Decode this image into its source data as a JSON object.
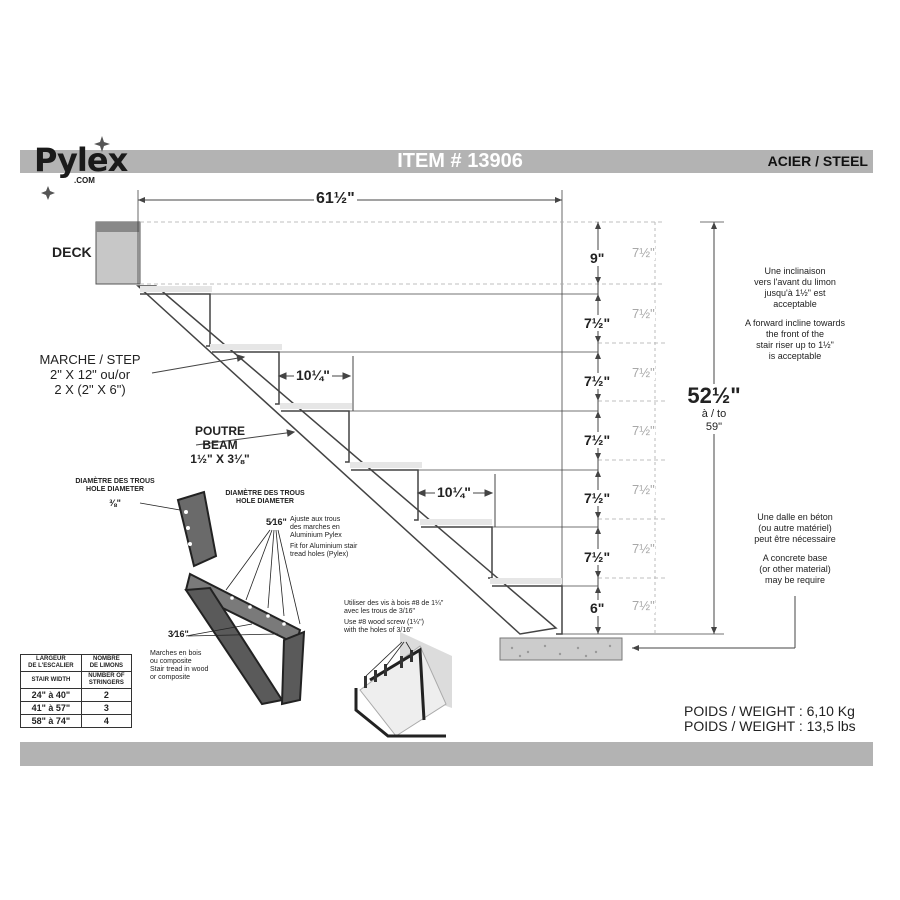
{
  "brand": {
    "name": "Pylex",
    "domain": ".COM"
  },
  "header": {
    "item": "ITEM # 13906",
    "material": "ACIER / STEEL"
  },
  "labels": {
    "deck": "DECK",
    "step_lines": [
      "MARCHE / STEP",
      "2\" X 12\" ou/or",
      "2 X (2\" X 6\")"
    ],
    "beam_lines": [
      "POUTRE",
      "BEAM",
      "1½\" X 3⅛\""
    ]
  },
  "dimensions": {
    "total_length": "61½\"",
    "tread_depth_1": "10¼\"",
    "tread_depth_2": "10¼\"",
    "top_rise": "9\"",
    "rises": [
      "7½\"",
      "7½\"",
      "7½\"",
      "7½\"",
      "7½\""
    ],
    "bottom_rise": "6\"",
    "ghost_rises": [
      "7½\"",
      "7½\"",
      "7½\"",
      "7½\"",
      "7½\"",
      "7½\"",
      "7½\""
    ],
    "total_height": "52½\"",
    "total_height_sub1": "à / to",
    "total_height_sub2": "59\""
  },
  "notes": {
    "incline_fr": [
      "Une inclinaison",
      "vers l'avant du limon",
      "jusqu'à 1½\" est",
      "acceptable"
    ],
    "incline_en": [
      "A forward incline towards",
      "the front of the",
      "stair riser up to 1½\"",
      "is acceptable"
    ],
    "base_fr": [
      "Une dalle en béton",
      "(ou autre matériel)",
      "peut être nécessaire"
    ],
    "base_en": [
      "A concrete base",
      "(or other material)",
      "may be require"
    ]
  },
  "details": {
    "hole_diameter_1": [
      "DIAMÈTRE DES TROUS",
      "HOLE DIAMETER"
    ],
    "hole_size_1": "⅜\"",
    "hole_diameter_2": [
      "DIAMÈTRE DES TROUS",
      "HOLE DIAMETER"
    ],
    "hole_size_2": "5⁄16\"",
    "aluminium_fr": [
      "Ajuste aux trous",
      "des marches en",
      "Aluminium Pylex"
    ],
    "aluminium_en": [
      "Fit for Aluminium stair",
      "tread holes (Pylex)"
    ],
    "hole_size_3": "3⁄16\"",
    "wood_tread": [
      "Marches en bois",
      "ou composite",
      "Stair tread in wood",
      "or composite"
    ],
    "screw_fr": [
      "Utiliser des vis à bois #8 de 1¼\"",
      "avec les trous de 3/16\""
    ],
    "screw_en": [
      "Use #8 wood screw (1¼\")",
      "with the holes of 3/16\""
    ]
  },
  "table": {
    "headers": [
      [
        "LARGEUR",
        "DE L'ESCALIER"
      ],
      [
        "NOMBRE",
        "DE LIMONS"
      ]
    ],
    "headers_en": [
      [
        "STAIR WIDTH"
      ],
      [
        "NUMBER OF",
        "STRINGERS"
      ]
    ],
    "rows": [
      {
        "width": "24\" à 40\"",
        "count": "2"
      },
      {
        "width": "41\" à 57\"",
        "count": "3"
      },
      {
        "width": "58\" à 74\"",
        "count": "4"
      }
    ]
  },
  "weight": {
    "kg": "POIDS / WEIGHT : 6,10 Kg",
    "lbs": "POIDS / WEIGHT : 13,5 lbs"
  },
  "colors": {
    "band": "#b3b3b3",
    "steel": "#555555",
    "ghost": "#a8a8a8"
  }
}
